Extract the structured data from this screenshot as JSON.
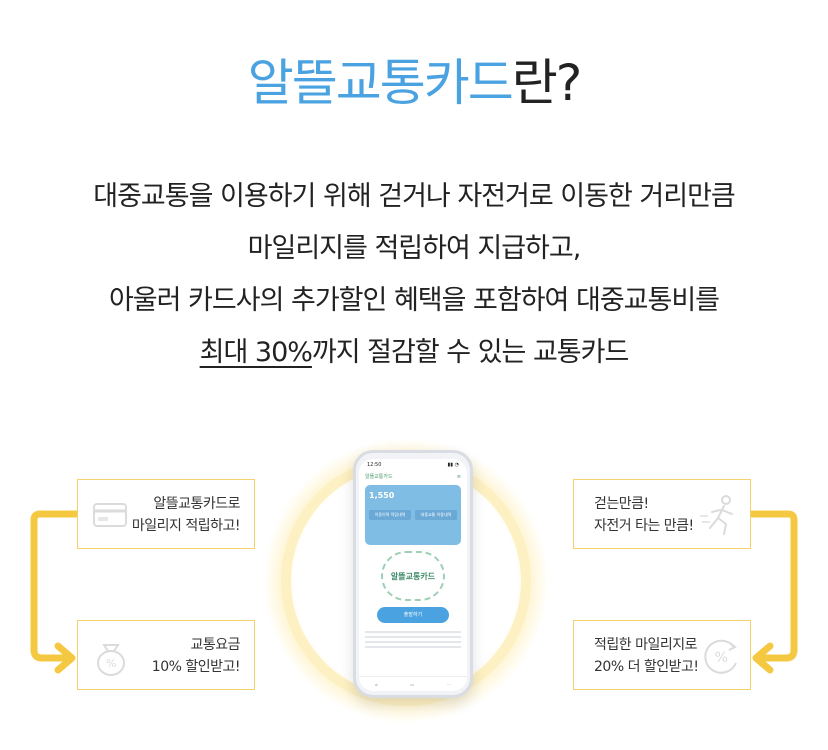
{
  "title": {
    "highlight": "알뜰교통카드",
    "rest": "란?"
  },
  "description": {
    "line1": "대중교통을 이용하기 위해 걷거나 자전거로 이동한 거리만큼",
    "line2": "마일리지를 적립하여 지급하고,",
    "line3": "아울러 카드사의 추가할인 혜택을 포함하여 대중교통비를",
    "line4_underlined": "최대 30%",
    "line4_rest": "까지 절감할 수 있는 교통카드"
  },
  "boxes": {
    "top_left": {
      "line1": "알뜰교통카드로",
      "line2": "마일리지 적립하고!",
      "icon": "card-icon"
    },
    "bottom_left": {
      "line1": "교통요금",
      "line2": "10% 할인받고!",
      "icon": "money-bag-icon"
    },
    "top_right": {
      "line1": "걷는만큼!",
      "line2": "자전거 타는 만큼!",
      "icon": "runner-icon"
    },
    "bottom_right": {
      "line1": "적립한 마일리지로",
      "line2": "20% 더 할인받고!",
      "icon": "discount-icon"
    }
  },
  "phone": {
    "time": "12:50",
    "app_name": "알뜰교통카드",
    "mileage_value": "1,550",
    "tab1": "이동이력 적립내역",
    "tab2": "대중교통 이용내역",
    "logo_text": "알뜰교통카드",
    "start_button": "출발하기"
  },
  "colors": {
    "accent_blue": "#4aa3e0",
    "arrow_yellow": "#f5c842",
    "box_border": "#f2d36a"
  }
}
